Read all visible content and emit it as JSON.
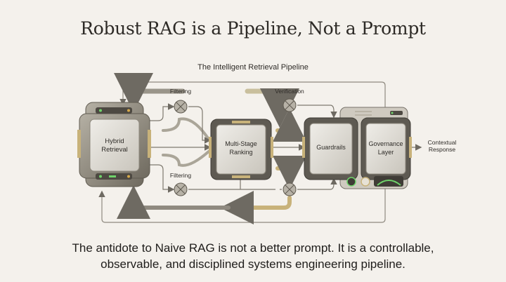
{
  "title": "Robust RAG is a Pipeline, Not a Prompt",
  "diagram": {
    "heading": "The Intelligent Retrieval Pipeline",
    "nodes": {
      "hybrid_retrieval": [
        "Hybrid",
        "Retrieval"
      ],
      "multi_stage_ranking": [
        "Multi-Stage",
        "Ranking"
      ],
      "guardrails": "Guardrails",
      "governance_layer": [
        "Governance",
        "Layer"
      ],
      "output": [
        "Contextual",
        "Response"
      ]
    },
    "labels": {
      "filtering_top": "Filtering",
      "filtering_bottom": "Filtering",
      "verification": "Verification"
    },
    "colors": {
      "accent": "#c8b27a",
      "metal": "#8a8476",
      "panel": "#d9d5cc",
      "background": "#f4f1ec",
      "led": "#6fd36a"
    }
  },
  "caption": {
    "line1": "The antidote to Naive RAG is not a better prompt. It is a controllable,",
    "line2": "observable, and disciplined systems engineering pipeline."
  }
}
